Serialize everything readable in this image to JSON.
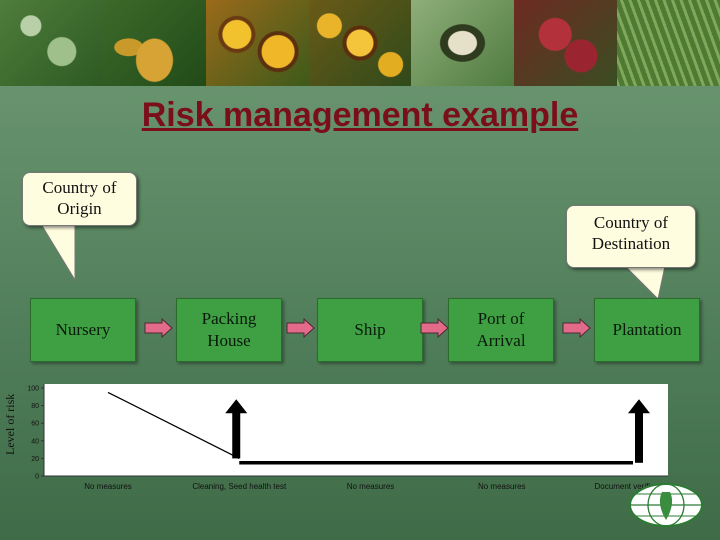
{
  "title": "Risk management example",
  "callouts": {
    "origin": [
      "Country of",
      "Origin"
    ],
    "destination": [
      "Country of",
      "Destination"
    ]
  },
  "stages": [
    [
      "Nursery"
    ],
    [
      "Packing",
      "House"
    ],
    [
      "Ship"
    ],
    [
      "Port of",
      "Arrival"
    ],
    [
      "Plantation"
    ]
  ],
  "colors": {
    "title": "#7a0f1a",
    "stage_fill": "#3e9f43",
    "chart_bg": "#ffffff",
    "callout_bg": "#fffde0"
  },
  "icons": {
    "banner": "plant-photo-banner",
    "logo": "ippc-globe-logo"
  },
  "chart_data": {
    "type": "line",
    "ylabel": "Level of risk",
    "ylim": [
      0,
      100
    ],
    "yticks": [
      "0",
      "20",
      "40",
      "60",
      "80",
      "100"
    ],
    "categories": [
      "No measures",
      "Cleaning, Seed health test",
      "No measures",
      "No measures",
      "Document verification"
    ],
    "series": [
      {
        "x": [
          0,
          1
        ],
        "values": [
          95,
          20
        ]
      },
      {
        "x": [
          1,
          4
        ],
        "values": [
          15,
          15
        ]
      }
    ],
    "risk_reductions": [
      {
        "at": 1,
        "from": 20,
        "to": 85
      },
      {
        "at": 4,
        "from": 15,
        "to": 85
      }
    ]
  }
}
